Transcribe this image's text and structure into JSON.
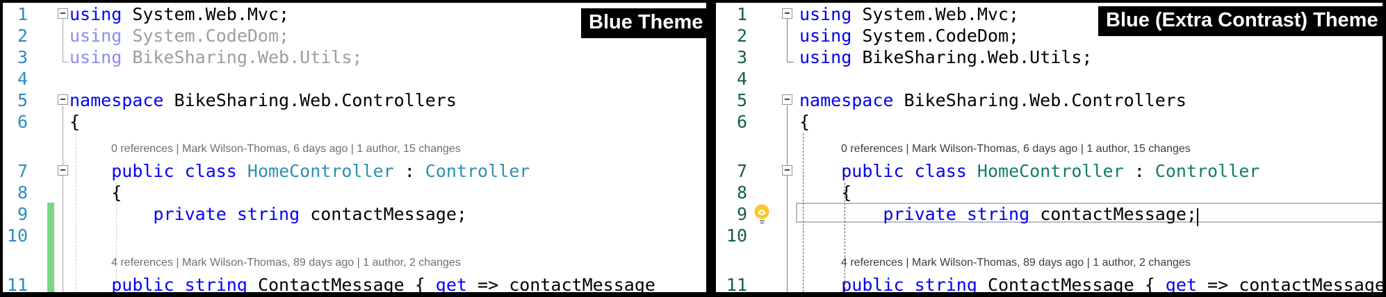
{
  "panels": [
    {
      "name": "blue-theme",
      "label": "Blue Theme",
      "colors": {
        "line_number": "#2d8bc0",
        "keyword": "#0000ff",
        "type_name": "#2b91af",
        "plain": "#000000",
        "faded_keyword": "#8c8cee",
        "faded_plain": "#9d9d9d",
        "codelens": "#6f6f6f",
        "indent_guide": "#cccccc",
        "outline": "#a6a6a6",
        "change_bar": "#77d783"
      },
      "features": {
        "change_bar": true,
        "faded_usings": true,
        "lightbulb": false,
        "current_line": false,
        "caret": false
      }
    },
    {
      "name": "blue-extra-contrast-theme",
      "label": "Blue (Extra Contrast) Theme",
      "colors": {
        "line_number": "#155d4a",
        "keyword": "#0000f0",
        "type_name": "#117d68",
        "plain": "#000000",
        "codelens": "#3d3d3d",
        "indent_guide": "#5f5f5f",
        "outline": "#7d7d7d",
        "current_line_border": "#b7bcca",
        "current_line_fill": "#fdfdfe",
        "lightbulb": "#fec626",
        "lightbulb_base": "#9a9a9a",
        "caret": "#000000"
      },
      "features": {
        "change_bar": false,
        "faded_usings": false,
        "lightbulb": true,
        "current_line": true,
        "caret": true
      }
    }
  ],
  "code_lines": [
    {
      "num": "1",
      "fold": true,
      "indent": 0,
      "tokens": [
        {
          "t": "kw",
          "s": "using"
        },
        {
          "t": "pl",
          "s": " System.Web.Mvc;"
        }
      ]
    },
    {
      "num": "2",
      "indent": 0,
      "tokens": [
        {
          "t": "fkw",
          "s": "using"
        },
        {
          "t": "fpl",
          "s": " System.CodeDom;"
        }
      ]
    },
    {
      "num": "3",
      "indent": 0,
      "tokens": [
        {
          "t": "fkw",
          "s": "using"
        },
        {
          "t": "fpl",
          "s": " BikeSharing.Web.Utils;"
        }
      ]
    },
    {
      "num": "4",
      "indent": 0,
      "tokens": []
    },
    {
      "num": "5",
      "fold": true,
      "indent": 0,
      "tokens": [
        {
          "t": "kw",
          "s": "namespace"
        },
        {
          "t": "pl",
          "s": " BikeSharing.Web.Controllers"
        }
      ]
    },
    {
      "num": "6",
      "indent": 0,
      "tokens": [
        {
          "t": "pl",
          "s": "{"
        }
      ]
    },
    {
      "codelens": "0 references | Mark Wilson-Thomas, 6 days ago | 1 author, 15 changes"
    },
    {
      "num": "7",
      "fold": true,
      "indent": 4,
      "tokens": [
        {
          "t": "kw",
          "s": "public"
        },
        {
          "t": "pl",
          "s": " "
        },
        {
          "t": "kw",
          "s": "class"
        },
        {
          "t": "pl",
          "s": " "
        },
        {
          "t": "ty",
          "s": "HomeController"
        },
        {
          "t": "pl",
          "s": " : "
        },
        {
          "t": "ty",
          "s": "Controller"
        }
      ]
    },
    {
      "num": "8",
      "indent": 4,
      "tokens": [
        {
          "t": "pl",
          "s": "{"
        }
      ]
    },
    {
      "num": "9",
      "indent": 8,
      "changed": true,
      "current": true,
      "bulb": true,
      "caret": true,
      "tokens": [
        {
          "t": "kw",
          "s": "private"
        },
        {
          "t": "pl",
          "s": " "
        },
        {
          "t": "kw",
          "s": "string"
        },
        {
          "t": "pl",
          "s": " contactMessage;"
        }
      ]
    },
    {
      "num": "10",
      "indent": 0,
      "changed": true,
      "tokens": []
    },
    {
      "codelens": "4 references | Mark Wilson-Thomas, 89 days ago | 1 author, 2 changes"
    },
    {
      "num": "11",
      "indent": 4,
      "changed": true,
      "tokens": [
        {
          "t": "kw",
          "s": "public"
        },
        {
          "t": "pl",
          "s": " "
        },
        {
          "t": "kw",
          "s": "string"
        },
        {
          "t": "pl",
          "s": " ContactMessage { "
        },
        {
          "t": "kw",
          "s": "get"
        },
        {
          "t": "pl",
          "s": " => contactMessage"
        }
      ]
    }
  ],
  "frame": {
    "background": "#000000",
    "divider": "#000000"
  }
}
